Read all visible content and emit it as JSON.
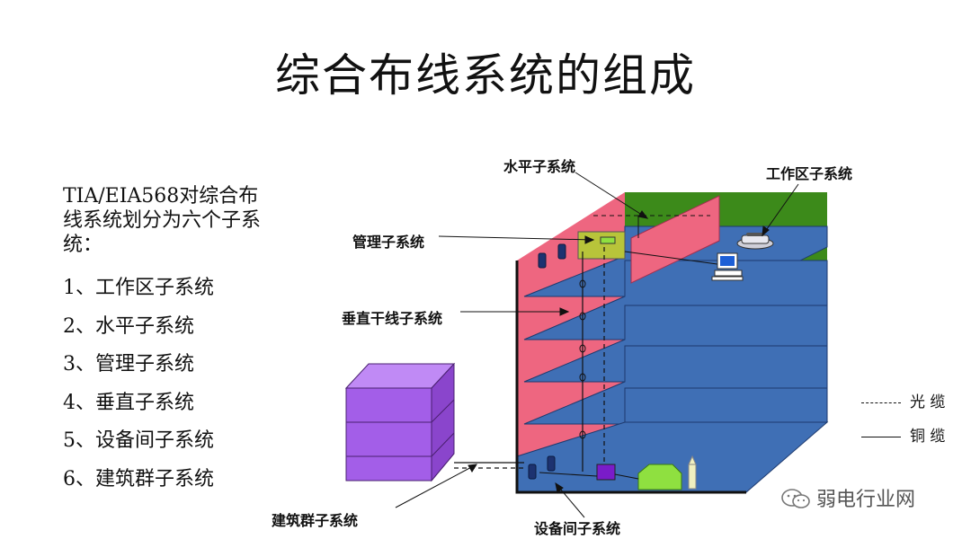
{
  "title": "综合布线系统的组成",
  "intro": "TIA/EIA568对综合布线系统划分为六个子系统：",
  "list": [
    "1、工作区子系统",
    "2、水平子系统",
    "3、管理子系统",
    "4、垂直子系统",
    "5、设备间子系统",
    "6、建筑群子系统"
  ],
  "labels": {
    "horizontal": "水平子系统",
    "work_area": "工作区子系统",
    "management": "管理子系统",
    "vertical": "垂直干线子系统",
    "campus": "建筑群子系统",
    "equipment_room": "设备间子系统"
  },
  "legend": {
    "fiber": "光 缆",
    "copper": "铜 缆"
  },
  "watermark": "弱电行业网",
  "colors": {
    "floor": "#3f6fb5",
    "wall_pink": "#ee6680",
    "wall_green": "#3c8a1a",
    "campus_building": "#a35ee8",
    "management_panel": "#b8c43a",
    "equipment_green": "#8fe040"
  }
}
